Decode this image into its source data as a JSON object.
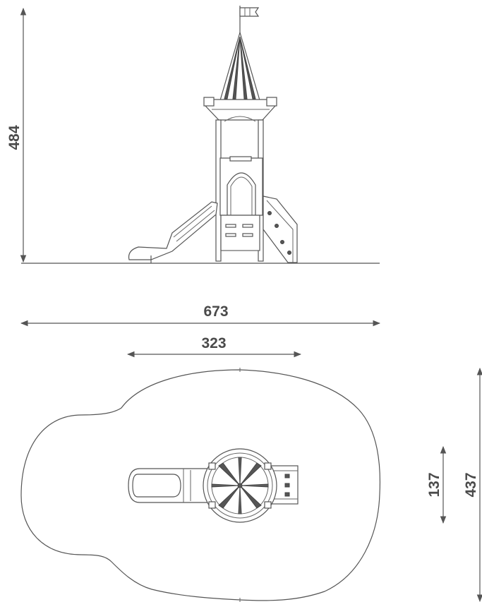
{
  "dimensions": {
    "height": "484",
    "total_width": "673",
    "tower_width": "323",
    "tower_depth": "137",
    "total_depth": "437"
  },
  "colors": {
    "line": "#555555",
    "text": "#4a4a4a",
    "background": "#ffffff"
  }
}
